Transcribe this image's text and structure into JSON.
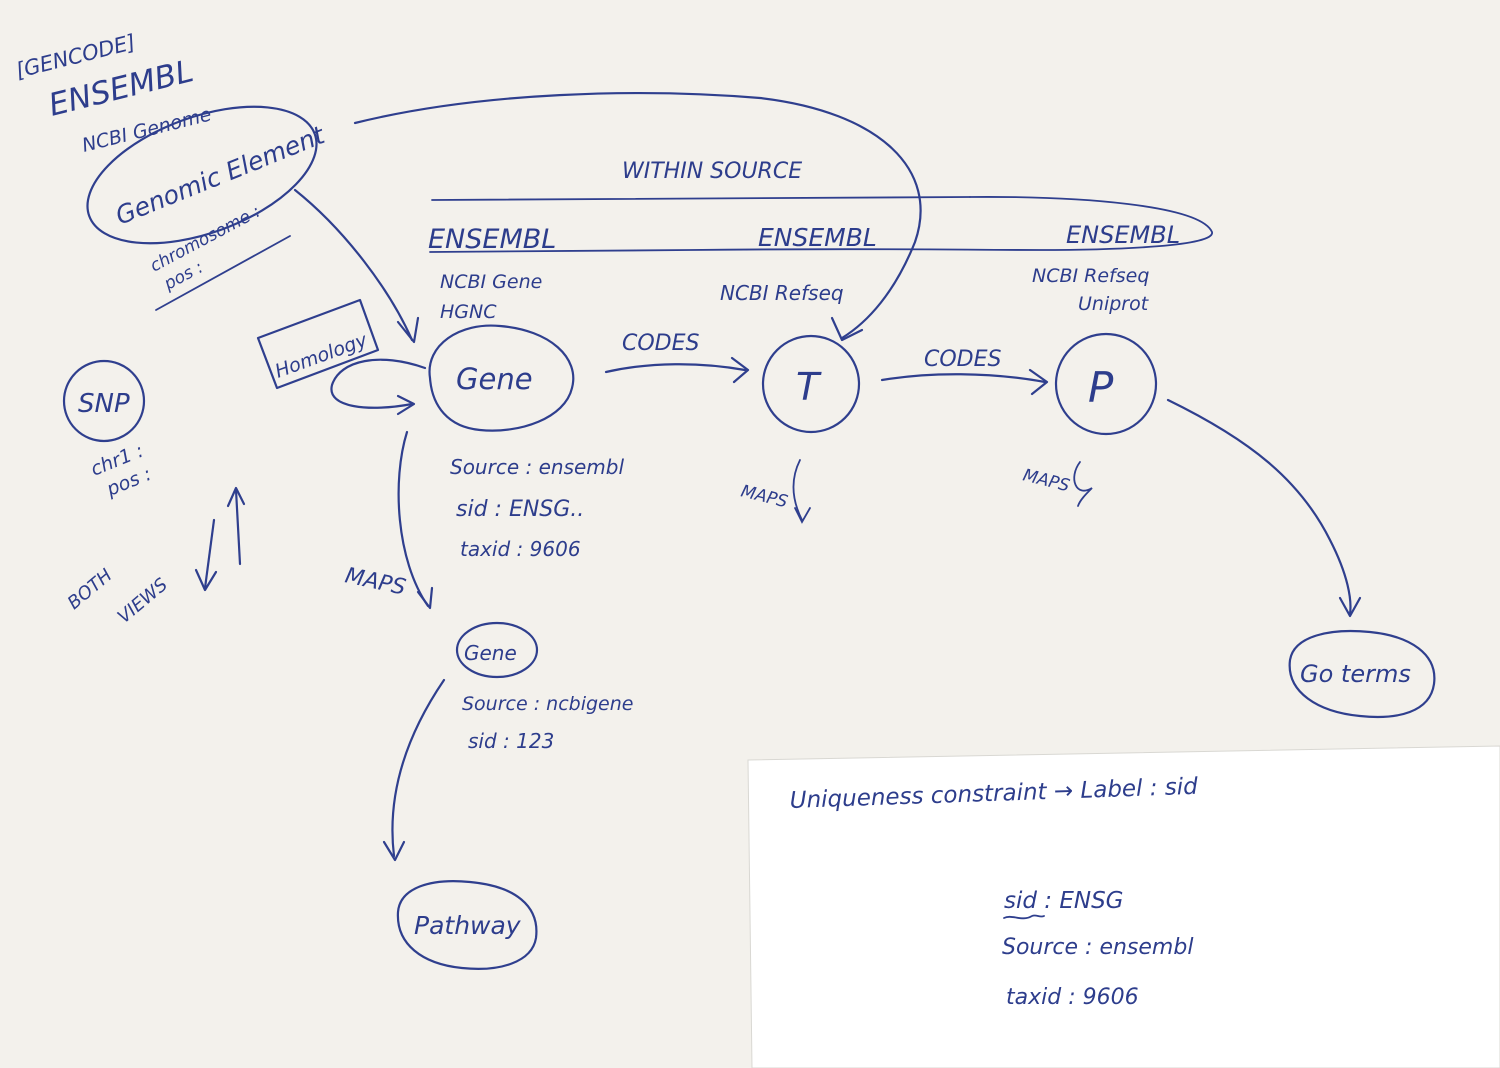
{
  "colors": {
    "paper": "#f3f1ec",
    "ink": "#2f3f8e",
    "background": "#9a9a94",
    "note_paper": "#ffffff"
  },
  "sources_list": {
    "line1": "[GENCODE]",
    "line2": "ENSEMBL",
    "line3": "NCBI Genome"
  },
  "nodes": {
    "genomic_element": "Genomic Element",
    "genomic_props": [
      "chromosome :",
      "pos :"
    ],
    "snp": "SNP",
    "snp_props": [
      "chr1 :",
      "pos :"
    ],
    "both_views": [
      "BOTH",
      "VIEWS"
    ],
    "homology": "Homology",
    "gene": "Gene",
    "transcript": "T",
    "protein": "P",
    "gene2": "Gene",
    "pathway": "Pathway",
    "go_terms": "Go terms"
  },
  "labels": {
    "within_source": "WITHIN SOURCE",
    "codes_1": "CODES",
    "codes_2": "CODES",
    "maps_gene": "MAPS",
    "maps_t": "MAPS",
    "maps_p": "MAPS"
  },
  "source_groups": {
    "gene": [
      "ENSEMBL",
      "NCBI Gene",
      "HGNC"
    ],
    "transcript": [
      "ENSEMBL",
      "NCBI Refseq"
    ],
    "protein": [
      "ENSEMBL",
      "NCBI Refseq",
      "Uniprot"
    ]
  },
  "gene_props": [
    "Source : ensembl",
    "sid : ENSG..",
    "taxid : 9606"
  ],
  "gene2_props": [
    "Source : ncbigene",
    "sid : 123"
  ],
  "note": {
    "constraint": "Uniqueness constraint → Label : sid",
    "props": [
      "sid : ENSG",
      "Source : ensembl",
      "taxid : 9606"
    ]
  }
}
